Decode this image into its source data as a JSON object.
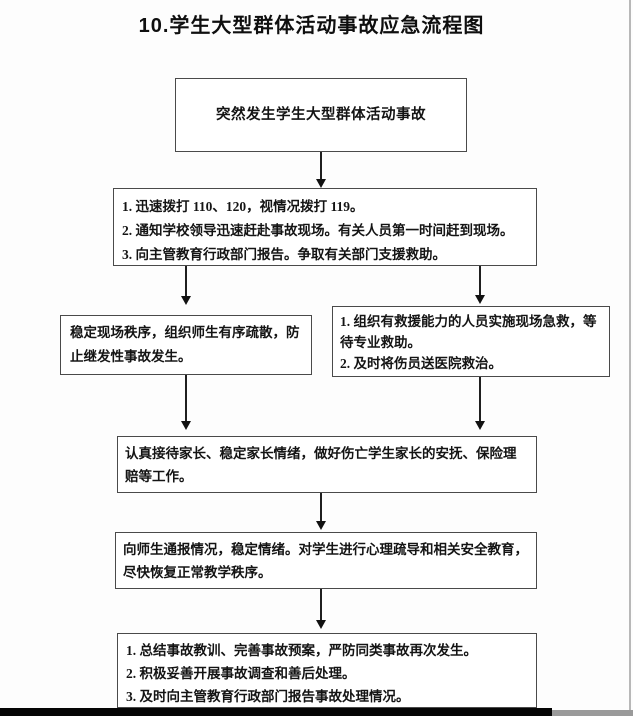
{
  "title": "10.学生大型群体活动事故应急流程图",
  "flowchart": {
    "start": {
      "text": "突然发生学生大型群体活动事故"
    },
    "immediate_actions": {
      "lines": [
        "1. 迅速拨打 110、120，视情况拨打 119。",
        "2. 通知学校领导迅速赶赴事故现场。有关人员第一时间赶到现场。",
        "3. 向主管教育行政部门报告。争取有关部门支援救助。"
      ]
    },
    "scene_order": {
      "text": "稳定现场秩序，组织师生有序疏散，防止继发性事故发生。"
    },
    "rescue": {
      "lines": [
        "1. 组织有救援能力的人员实施现场急救，等待专业救助。",
        "2. 及时将伤员送医院救治。"
      ]
    },
    "parents": {
      "text": "认真接待家长、稳定家长情绪，做好伤亡学生家长的安抚、保险理赔等工作。"
    },
    "notify_teachers": {
      "text": "向师生通报情况，稳定情绪。对学生进行心理疏导和相关安全教育，尽快恢复正常教学秩序。"
    },
    "summary": {
      "lines": [
        "1. 总结事故教训、完善事故预案，严防同类事故再次发生。",
        "2. 积极妥善开展事故调查和善后处理。",
        "3. 及时向主管教育行政部门报告事故处理情况。"
      ]
    }
  },
  "colors": {
    "box_border": "#4a4a4a",
    "text": "#141414",
    "page_background": "#fdfdfd",
    "bottom_bar": "#050505"
  }
}
